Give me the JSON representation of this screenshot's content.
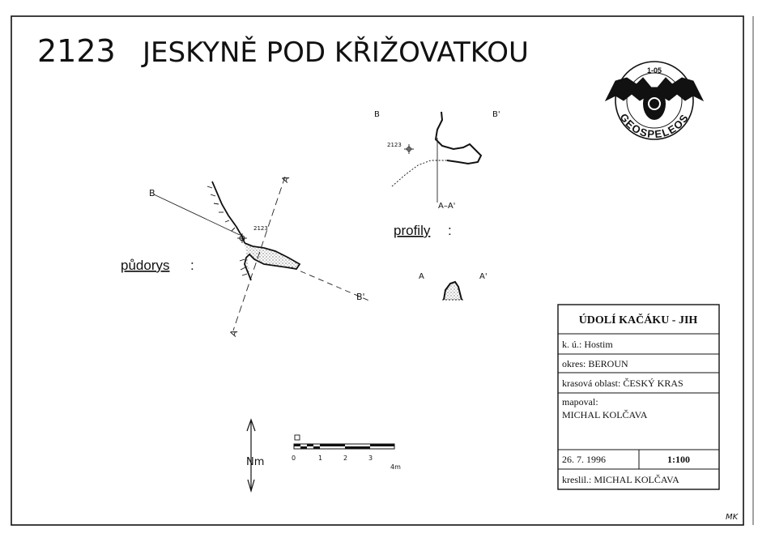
{
  "title": {
    "number": "2123",
    "name": "JESKYNĚ POD KŘIŽOVATKOU"
  },
  "plan": {
    "label": "půdorys",
    "colon": ":",
    "section_b": "B",
    "section_b_prime": "B'",
    "section_a": "A",
    "section_a_prime": "A",
    "survey_point": "2123"
  },
  "profiles": {
    "label": "profily",
    "colon": ":",
    "bb_left": "B",
    "bb_right": "B'",
    "bb_point": "2123",
    "aa_label": "A–A'",
    "aa_left": "A",
    "aa_right": "A'"
  },
  "logo": {
    "top_text": "1-05",
    "ring_text": "GEOSPELEOS"
  },
  "north": {
    "label": "Nm"
  },
  "scale_bar": {
    "ticks": [
      "0",
      "1",
      "2",
      "3",
      "4m"
    ]
  },
  "title_block": {
    "heading": "ÚDOLÍ KAČÁKU - JIH",
    "ku": "k. ú.: Hostim",
    "okres": "okres: BEROUN",
    "oblast": "krasová oblast: ČESKÝ KRAS",
    "mapoval_label": "mapoval:",
    "mapoval_name": "MICHAL KOLČAVA",
    "date": "26. 7. 1996",
    "scale": "1:100",
    "kreslil": "kreslil.: MICHAL KOLČAVA"
  },
  "signature": "MK"
}
